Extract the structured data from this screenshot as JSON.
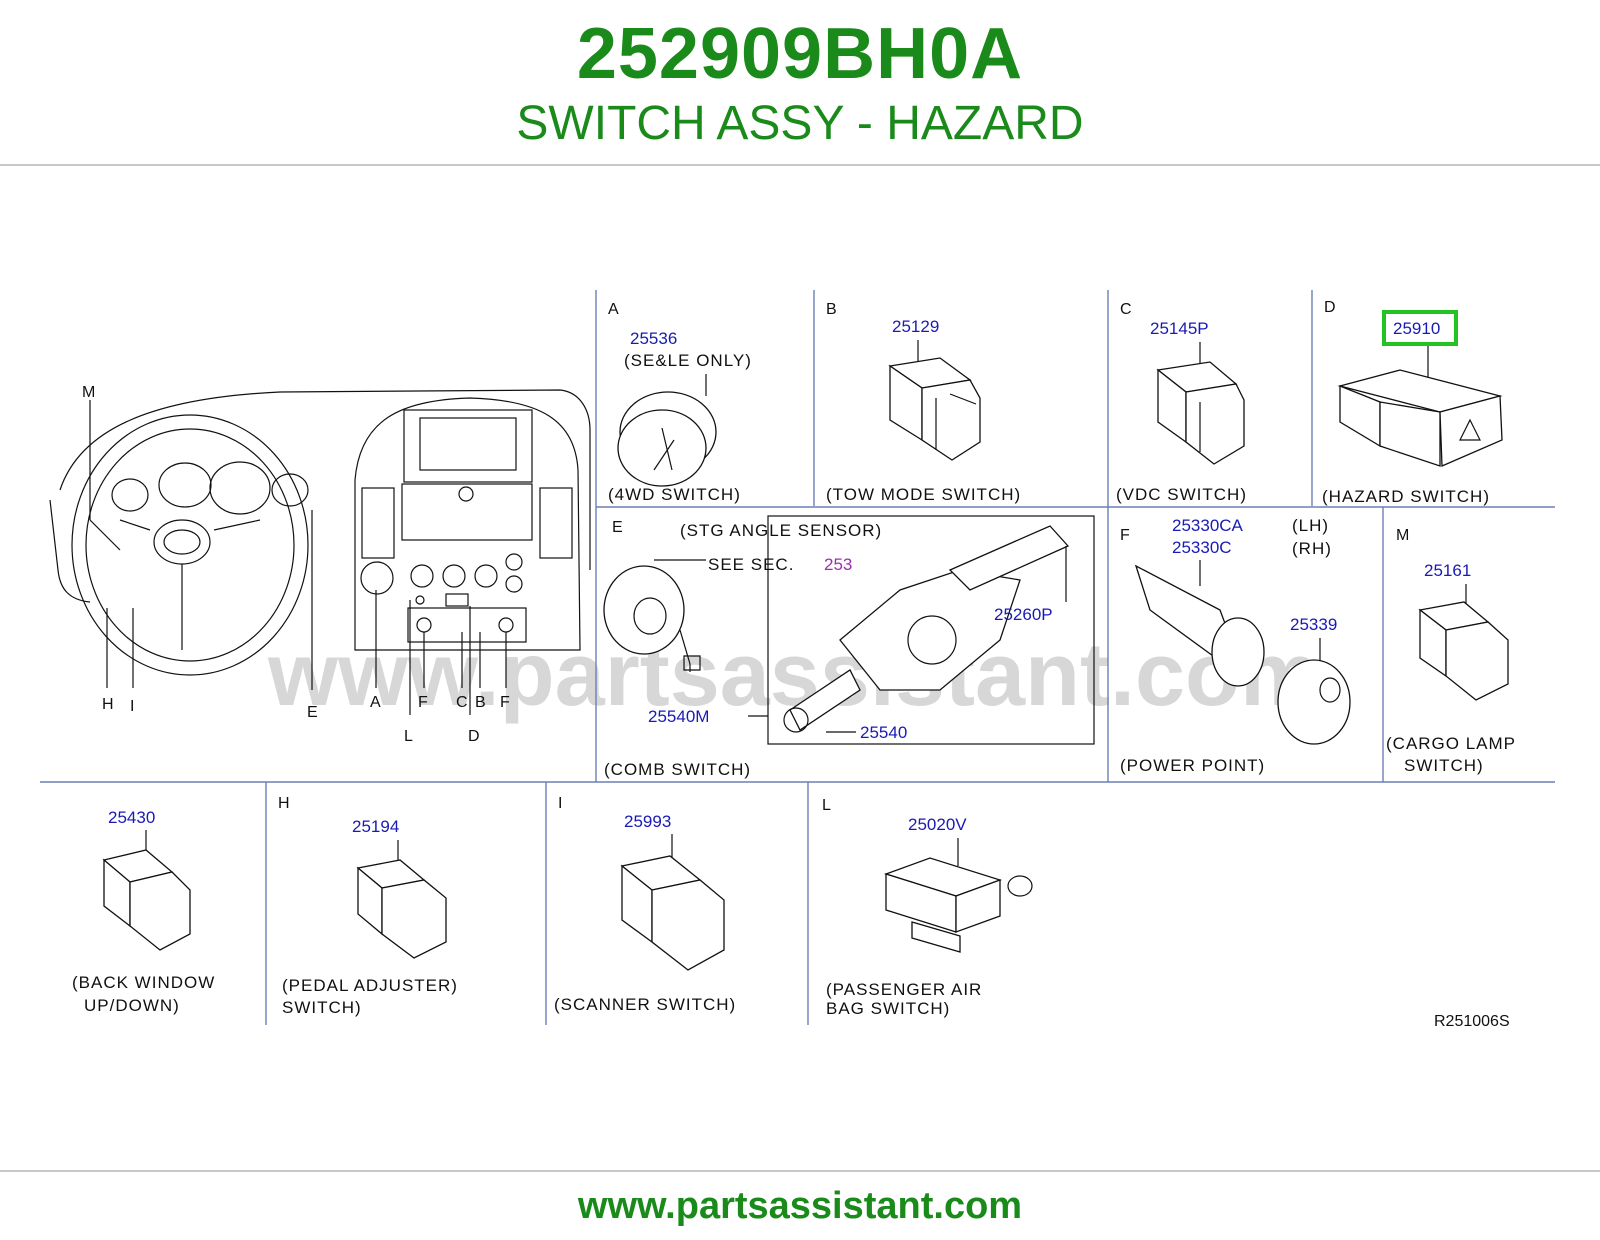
{
  "header": {
    "part_number": "252909BH0A",
    "part_name": "SWITCH ASSY - HAZARD"
  },
  "footer": {
    "url": "www.partsassistant.com"
  },
  "watermark": "www.partsassistant.com",
  "figure_code": "R251006S",
  "overview_letters": {
    "M": "M",
    "H": "H",
    "I": "I",
    "E": "E",
    "A": "A",
    "L": "L",
    "F1": "F",
    "C": "C",
    "B": "B",
    "D": "D",
    "F2": "F"
  },
  "sections": {
    "A": {
      "letter": "A",
      "part": "25536",
      "note": "(SE&LE  ONLY)",
      "caption": "(4WD  SWITCH)"
    },
    "B": {
      "letter": "B",
      "part": "25129",
      "caption": "(TOW  MODE  SWITCH)"
    },
    "C": {
      "letter": "C",
      "part": "25145P",
      "caption": "(VDC  SWITCH)"
    },
    "D": {
      "letter": "D",
      "part": "25910",
      "caption": "(HAZARD  SWITCH)",
      "highlighted": true
    },
    "E": {
      "letter": "E",
      "note": "(STG  ANGLE  SENSOR)",
      "see": "SEE  SEC.",
      "see_ref": "253",
      "parts": [
        "25260P",
        "25540M",
        "25540"
      ],
      "caption": "(COMB  SWITCH)"
    },
    "F": {
      "letter": "F",
      "parts": [
        "25330CA",
        "25330C",
        "25339"
      ],
      "sides": [
        "(LH)",
        "(RH)"
      ],
      "caption": "(POWER  POINT)"
    },
    "M": {
      "letter": "M",
      "part": "25161",
      "caption_1": "(CARGO  LAMP",
      "caption_2": "SWITCH)"
    },
    "G": {
      "part": "25430",
      "caption_1": "(BACK  WINDOW",
      "caption_2": "UP/DOWN)"
    },
    "H": {
      "letter": "H",
      "part": "25194",
      "caption_1": "(PEDAL  ADJUSTER)",
      "caption_2": "SWITCH)"
    },
    "I": {
      "letter": "I",
      "part": "25993",
      "caption": "(SCANNER  SWITCH)"
    },
    "L": {
      "letter": "L",
      "part": "25020V",
      "caption_1": "(PASSENGER  AIR",
      "caption_2": "BAG  SWITCH)"
    }
  },
  "colors": {
    "brand_green": "#1a8a1a",
    "part_blue": "#1a1ab4",
    "highlight": "#22c322",
    "divider": "#6d7fb5"
  }
}
